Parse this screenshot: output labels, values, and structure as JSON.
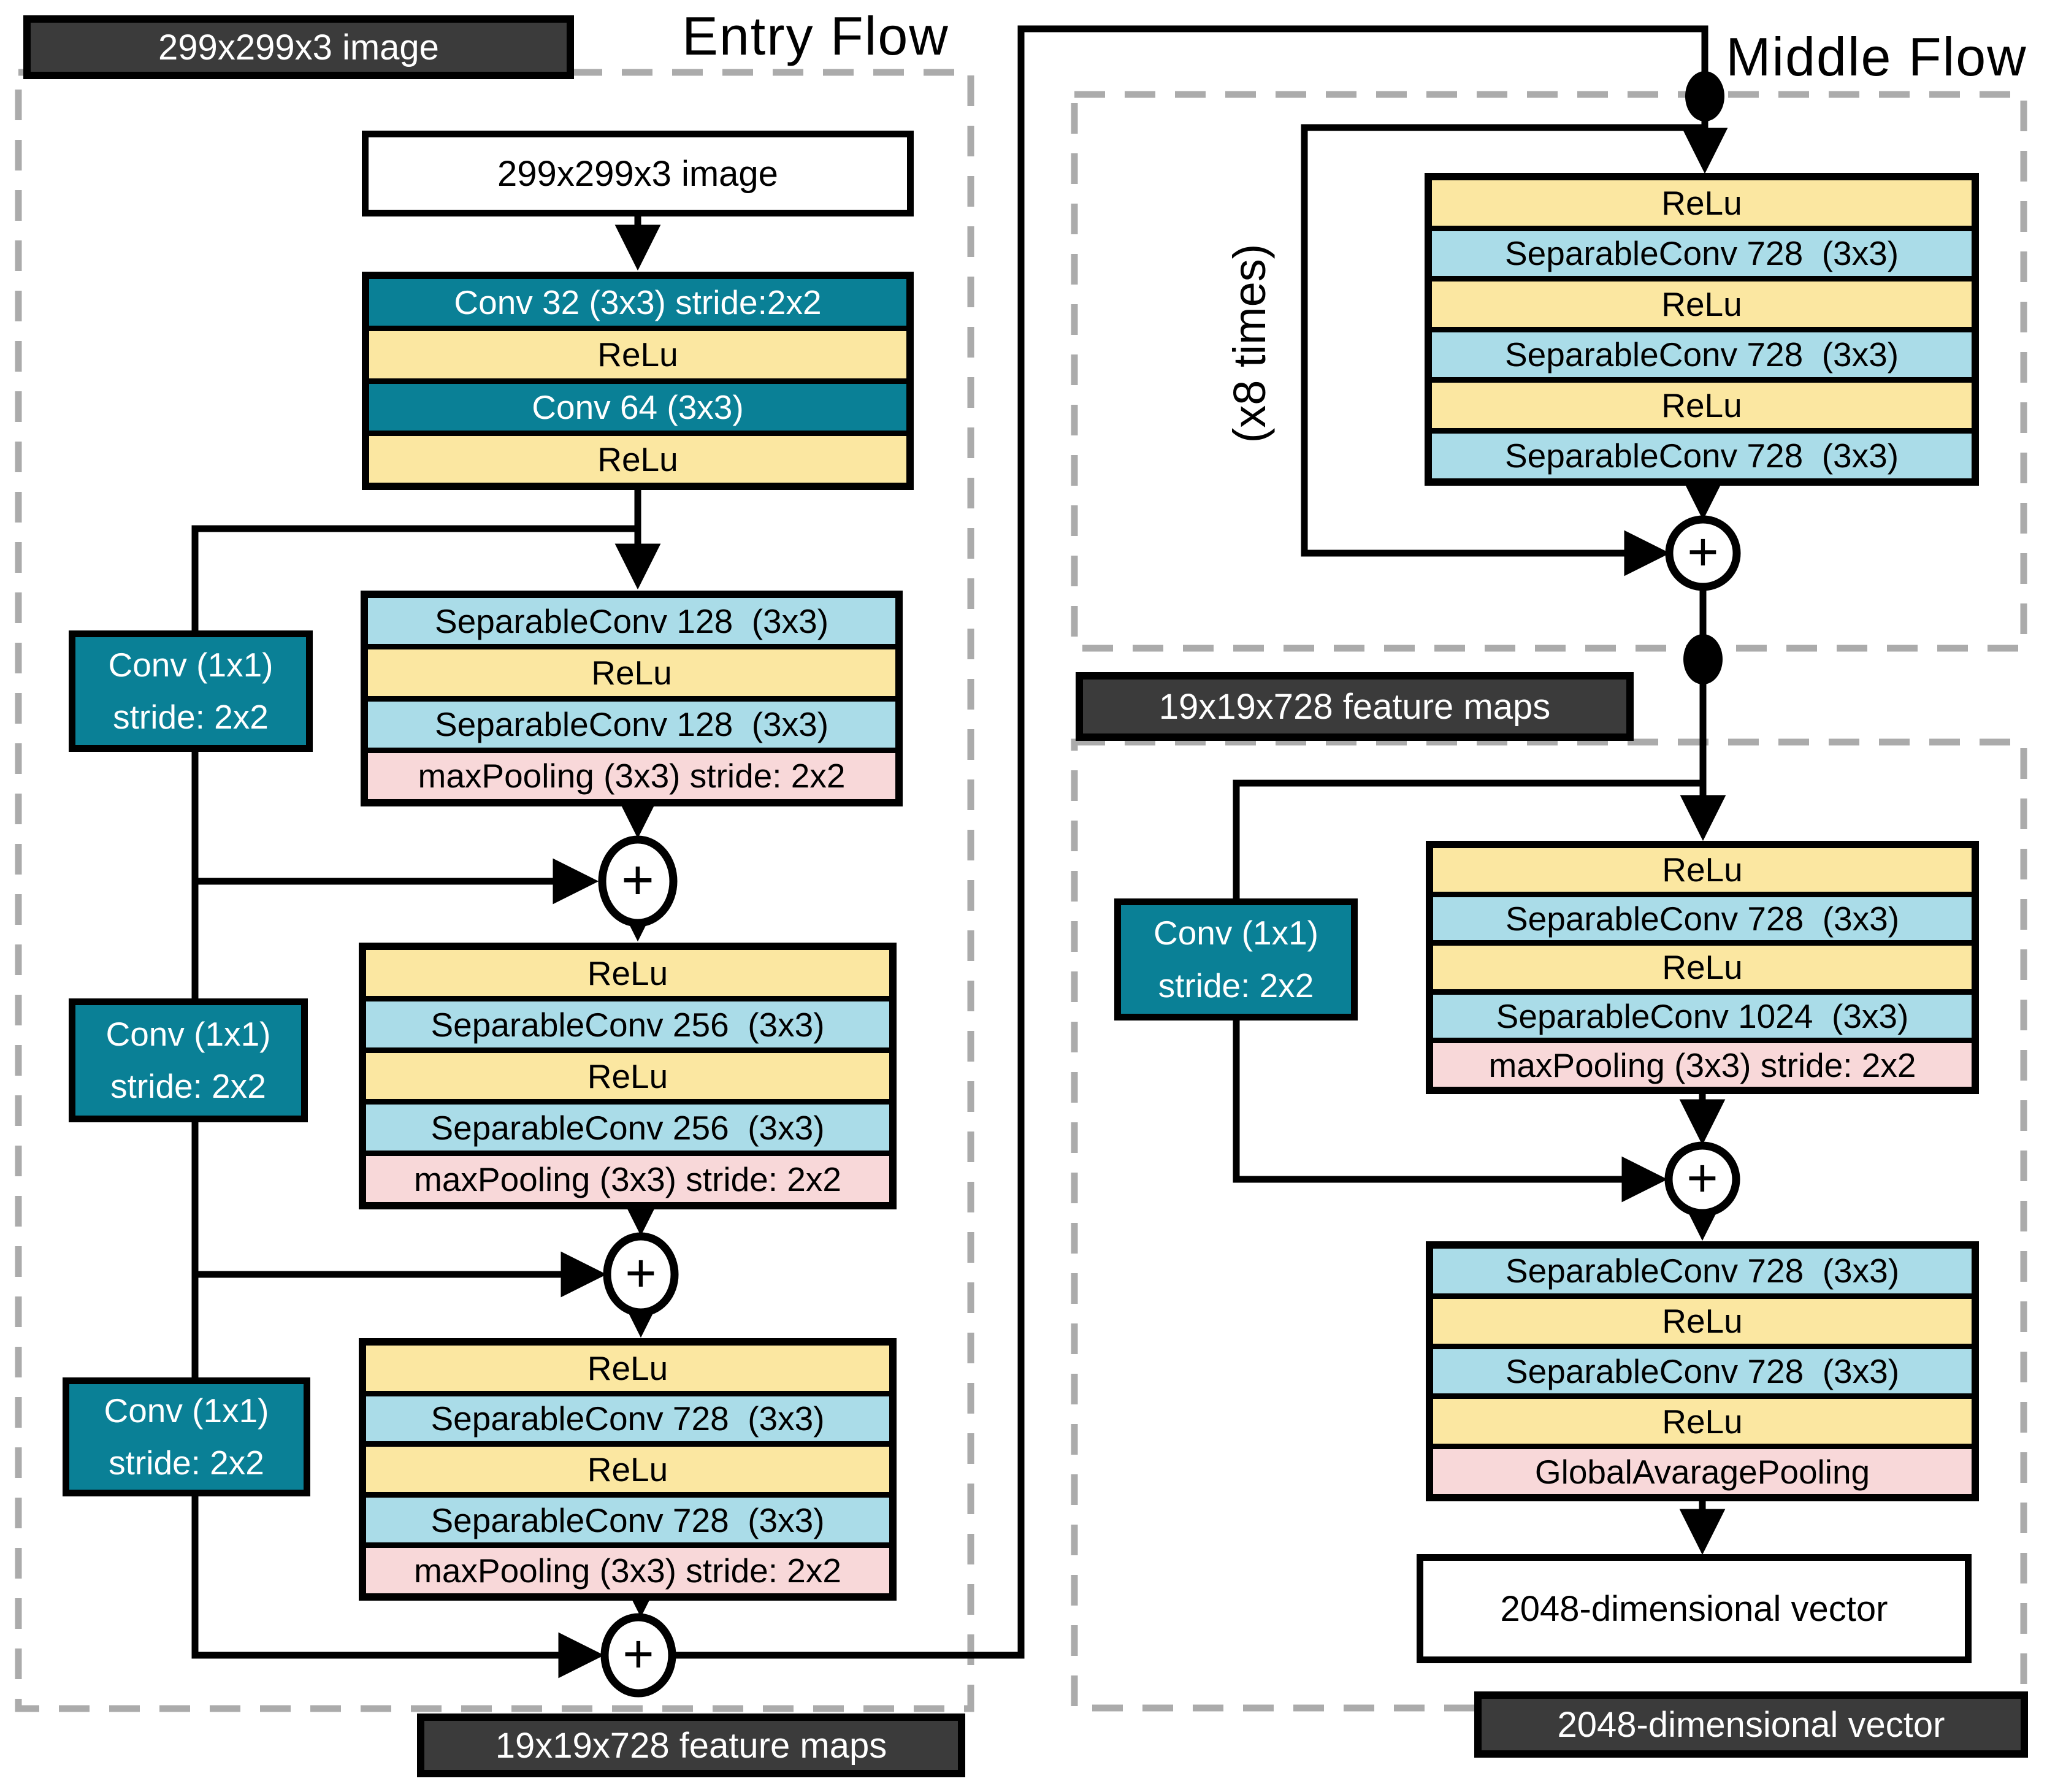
{
  "palette": {
    "teal": "#0A8096",
    "yellow": "#FBE7A1",
    "blue": "#AADCE8",
    "pink": "#F8D8D9",
    "badge_bg": "#3B3B3B",
    "dash_gray": "#ABABAB",
    "line_black": "#000000"
  },
  "titles": {
    "entry": "Entry Flow",
    "middle": "Middle Flow"
  },
  "badges": {
    "input": "299x299x3 image",
    "entry_output": "19x19x728 feature maps",
    "middle_output": "19x19x728 feature maps",
    "final_output": "2048-dimensional vector"
  },
  "io_boxes": {
    "input": "299x299x3 image",
    "output": "2048-dimensional vector"
  },
  "annotations": {
    "repeat": "(x8 times)",
    "plus": "+"
  },
  "skip_conv": {
    "line1": "Conv (1x1)",
    "line2": "stride: 2x2"
  },
  "stacks": {
    "entry1": [
      {
        "type": "conv",
        "label": "Conv 32 (3x3) stride:2x2"
      },
      {
        "type": "relu",
        "label": "ReLu"
      },
      {
        "type": "conv",
        "label": "Conv 64 (3x3)"
      },
      {
        "type": "relu",
        "label": "ReLu"
      }
    ],
    "entry2": [
      {
        "type": "sep",
        "label": "SeparableConv 128  (3x3)"
      },
      {
        "type": "relu",
        "label": "ReLu"
      },
      {
        "type": "sep",
        "label": "SeparableConv 128  (3x3)"
      },
      {
        "type": "pool",
        "label": "maxPooling (3x3) stride: 2x2"
      }
    ],
    "entry3": [
      {
        "type": "relu",
        "label": "ReLu"
      },
      {
        "type": "sep",
        "label": "SeparableConv 256  (3x3)"
      },
      {
        "type": "relu",
        "label": "ReLu"
      },
      {
        "type": "sep",
        "label": "SeparableConv 256  (3x3)"
      },
      {
        "type": "pool",
        "label": "maxPooling (3x3) stride: 2x2"
      }
    ],
    "entry4": [
      {
        "type": "relu",
        "label": "ReLu"
      },
      {
        "type": "sep",
        "label": "SeparableConv 728  (3x3)"
      },
      {
        "type": "relu",
        "label": "ReLu"
      },
      {
        "type": "sep",
        "label": "SeparableConv 728  (3x3)"
      },
      {
        "type": "pool",
        "label": "maxPooling (3x3) stride: 2x2"
      }
    ],
    "middle1": [
      {
        "type": "relu",
        "label": "ReLu"
      },
      {
        "type": "sep",
        "label": "SeparableConv 728  (3x3)"
      },
      {
        "type": "relu",
        "label": "ReLu"
      },
      {
        "type": "sep",
        "label": "SeparableConv 728  (3x3)"
      },
      {
        "type": "relu",
        "label": "ReLu"
      },
      {
        "type": "sep",
        "label": "SeparableConv 728  (3x3)"
      }
    ],
    "exit1": [
      {
        "type": "relu",
        "label": "ReLu"
      },
      {
        "type": "sep",
        "label": "SeparableConv 728  (3x3)"
      },
      {
        "type": "relu",
        "label": "ReLu"
      },
      {
        "type": "sep",
        "label": "SeparableConv 1024  (3x3)"
      },
      {
        "type": "pool",
        "label": "maxPooling (3x3) stride: 2x2"
      }
    ],
    "exit2": [
      {
        "type": "sep",
        "label": "SeparableConv 728  (3x3)"
      },
      {
        "type": "relu",
        "label": "ReLu"
      },
      {
        "type": "sep",
        "label": "SeparableConv 728  (3x3)"
      },
      {
        "type": "relu",
        "label": "ReLu"
      },
      {
        "type": "pool",
        "label": "GlobalAvaragePooling"
      }
    ]
  }
}
